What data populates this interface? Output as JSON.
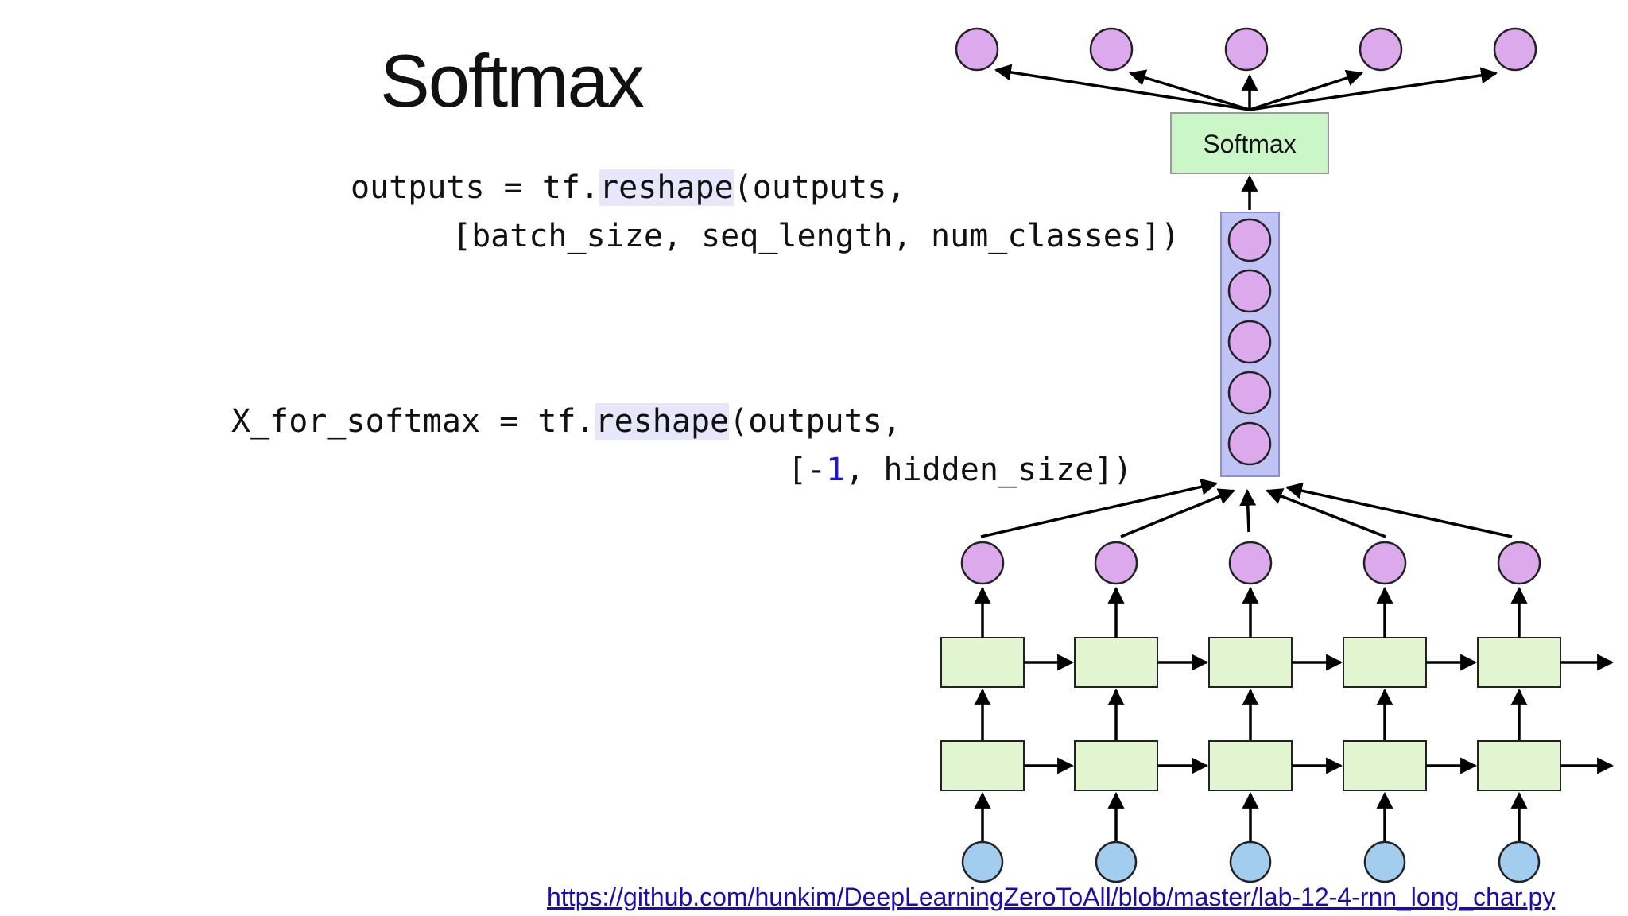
{
  "slide": {
    "title": "Softmax",
    "code1": {
      "line1_pre": "outputs = tf.",
      "line1_fn": "reshape",
      "line1_post": "(outputs,",
      "line2": "[batch_size, seq_length, num_classes])"
    },
    "code2": {
      "line1_pre": "X_for_softmax = tf.",
      "line1_fn": "reshape",
      "line1_post": "(outputs,",
      "line2_pre": "[-",
      "line2_num": "1",
      "line2_post": ", hidden_size])"
    },
    "link": "https://github.com/hunkim/DeepLearningZeroToAll/blob/master/lab-12-4-rnn_long_char.py"
  },
  "diagram": {
    "softmax_box_label": "Softmax",
    "columns": 5,
    "rnn_layers": 2,
    "stack_nodes": 5,
    "colors": {
      "output_node": "#dba9ec",
      "input_node": "#a3cdef",
      "cell": "#e2f5d1",
      "softmax_box": "#cbf7c8",
      "stack": "#c0c4f5"
    }
  }
}
